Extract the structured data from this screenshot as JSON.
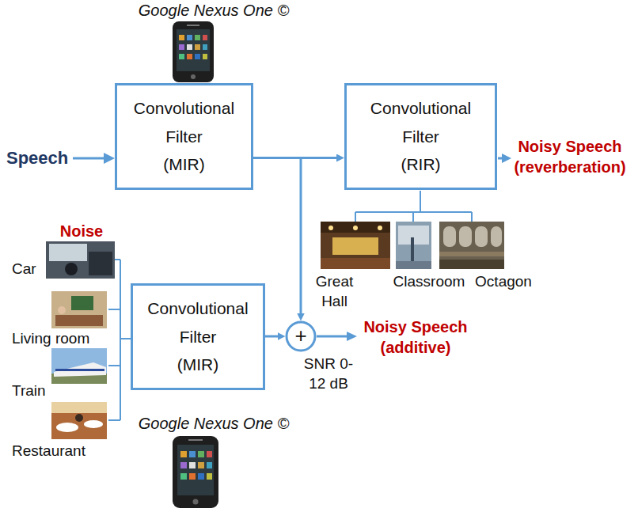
{
  "diagram": {
    "nodes": [
      {
        "text": [
          "Convolutional Filter (MIR)"
        ]
      },
      {
        "text": [
          "Convolutional Filter (RIR)"
        ]
      },
      {
        "text": [
          "Convolutional Filter (MIR)"
        ]
      },
      {
        "text": [
          "+"
        ]
      }
    ],
    "edges": [
      {
        "from": 0,
        "to": 1,
        "arrow": "to"
      },
      {
        "from": 0,
        "to": 3,
        "arrow": "to"
      },
      {
        "from": 2,
        "to": 3,
        "arrow": "to"
      }
    ],
    "labels": [
      "Google Nexus One ©",
      "Speech",
      "Noisy Speech (reverberation)",
      "Great Hall",
      "Classroom",
      "Octagon",
      "Noise",
      "Car",
      "Living room",
      "Train",
      "Restaurant",
      "Noisy Speech (additive)",
      "SNR 0-12 dB",
      "Google Nexus One ©"
    ]
  }
}
